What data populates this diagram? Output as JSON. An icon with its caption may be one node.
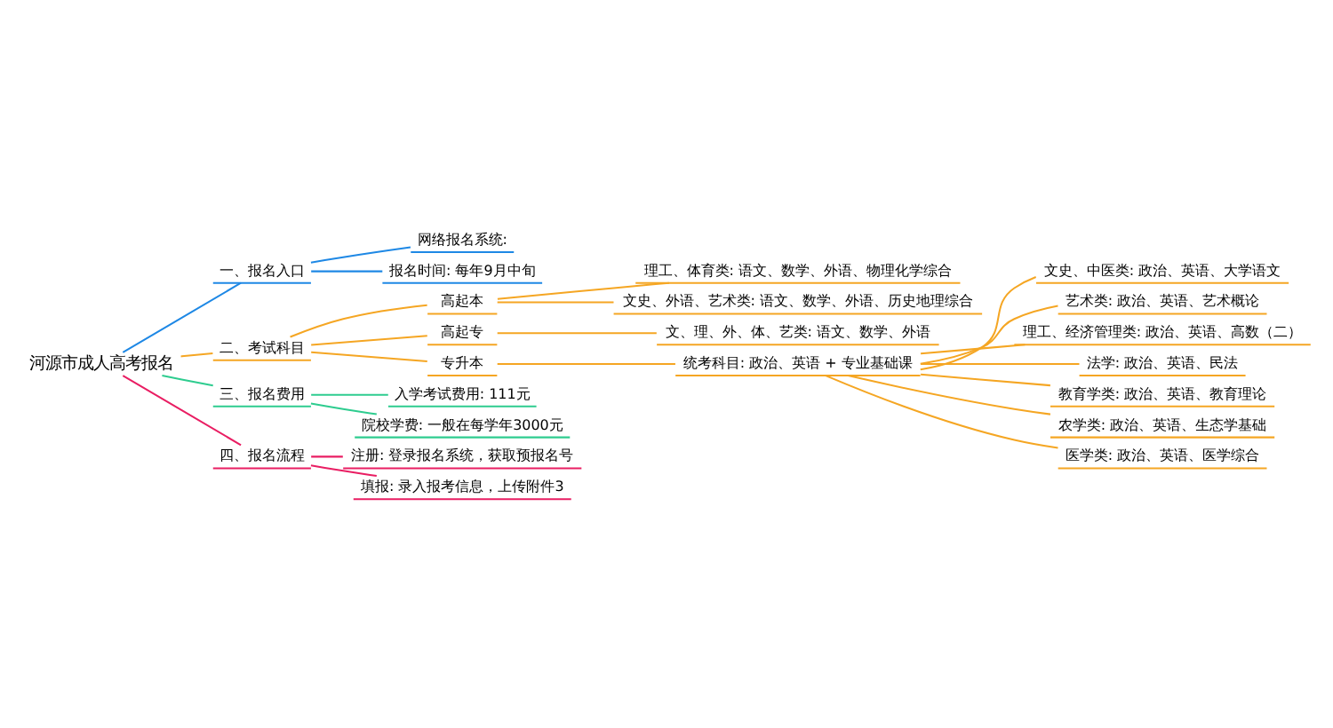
{
  "diagram": {
    "nodes": [
      {
        "text": [
          "河源市成人高考报名"
        ]
      },
      {
        "text": [
          "一、报名入口"
        ]
      },
      {
        "text": [
          "网络报名系统:"
        ]
      },
      {
        "text": [
          "报名时间: 每年9月中旬"
        ]
      },
      {
        "text": [
          "二、考试科目"
        ]
      },
      {
        "text": [
          "高起本"
        ]
      },
      {
        "text": [
          "理工、体育类: 语文、数学、外语、物理化学综合"
        ]
      },
      {
        "text": [
          "文史、外语、艺术类: 语文、数学、外语、历史地理综合"
        ]
      },
      {
        "text": [
          "高起专"
        ]
      },
      {
        "text": [
          "文、理、外、体、艺类: 语文、数学、外语"
        ]
      },
      {
        "text": [
          "专升本"
        ]
      },
      {
        "text": [
          "统考科目: 政治、英语 + 专业基础课"
        ]
      },
      {
        "text": [
          "文史、中医类: 政治、英语、大学语文"
        ]
      },
      {
        "text": [
          "艺术类: 政治、英语、艺术概论"
        ]
      },
      {
        "text": [
          "理工、经济管理类: 政治、英语、高数（二）"
        ]
      },
      {
        "text": [
          "法学: 政治、英语、民法"
        ]
      },
      {
        "text": [
          "教育学类: 政治、英语、教育理论"
        ]
      },
      {
        "text": [
          "农学类: 政治、英语、生态学基础"
        ]
      },
      {
        "text": [
          "医学类: 政治、英语、医学综合"
        ]
      },
      {
        "text": [
          "三、报名费用"
        ]
      },
      {
        "text": [
          "入学考试费用: 111元"
        ]
      },
      {
        "text": [
          "院校学费: 一般在每学年3000元"
        ]
      },
      {
        "text": [
          "四、报名流程"
        ]
      },
      {
        "text": [
          "注册: 登录报名系统，获取预报名号"
        ]
      },
      {
        "text": [
          "填报: 录入报考信息，上传附件3"
        ]
      }
    ],
    "edges": [
      {
        "from": 0,
        "to": 1,
        "arrow": "none",
        "color": "#1e88e5"
      },
      {
        "from": 1,
        "to": 2,
        "arrow": "none",
        "color": "#1e88e5"
      },
      {
        "from": 1,
        "to": 3,
        "arrow": "none",
        "color": "#1e88e5"
      },
      {
        "from": 0,
        "to": 4,
        "arrow": "none"
      },
      {
        "from": 4,
        "to": 5,
        "arrow": "none"
      },
      {
        "from": 5,
        "to": 6,
        "arrow": "none"
      },
      {
        "from": 5,
        "to": 7,
        "arrow": "none"
      },
      {
        "from": 4,
        "to": 8,
        "arrow": "none"
      },
      {
        "from": 8,
        "to": 9,
        "arrow": "none"
      },
      {
        "from": 4,
        "to": 10,
        "arrow": "none"
      },
      {
        "from": 10,
        "to": 11,
        "arrow": "none"
      },
      {
        "from": 11,
        "to": 12,
        "arrow": "none"
      },
      {
        "from": 11,
        "to": 13,
        "arrow": "none"
      },
      {
        "from": 11,
        "to": 14,
        "arrow": "none"
      },
      {
        "from": 11,
        "to": 15,
        "arrow": "none"
      },
      {
        "from": 11,
        "to": 16,
        "arrow": "none"
      },
      {
        "from": 11,
        "to": 17,
        "arrow": "none"
      },
      {
        "from": 11,
        "to": 18,
        "arrow": "none"
      },
      {
        "from": 0,
        "to": 19,
        "arrow": "none",
        "color": "#2ecc8f"
      },
      {
        "from": 19,
        "to": 20,
        "arrow": "none",
        "color": "#2ecc8f"
      },
      {
        "from": 19,
        "to": 21,
        "arrow": "none",
        "color": "#2ecc8f"
      },
      {
        "from": 0,
        "to": 22,
        "arrow": "none",
        "color": "#e91e63"
      },
      {
        "from": 22,
        "to": 23,
        "arrow": "none",
        "color": "#e91e63"
      },
      {
        "from": 22,
        "to": 24,
        "arrow": "none",
        "color": "#e91e63"
      }
    ]
  }
}
